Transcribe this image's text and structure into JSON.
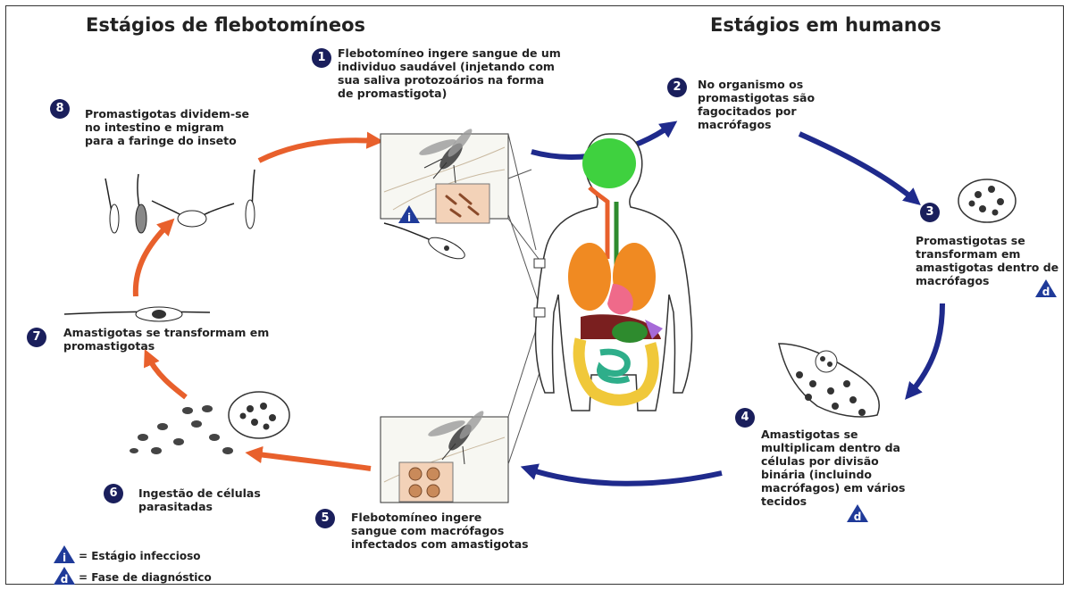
{
  "titles": {
    "left": "Estágios de flebotomíneos",
    "right": "Estágios em humanos"
  },
  "steps": [
    {
      "num": "1",
      "text": "Flebotomíneo ingere sangue de um individuo saudável (injetando com sua saliva protozoários na forma de promastigota)"
    },
    {
      "num": "2",
      "text": "No organismo os promastigotas são fagocitados por macrófagos"
    },
    {
      "num": "3",
      "text": "Promastigotas se transformam em amastigotas dentro de macrófagos"
    },
    {
      "num": "4",
      "text": "Amastigotas se multiplicam dentro da células por divisão binária (incluindo macrófagos) em vários tecidos"
    },
    {
      "num": "5",
      "text": "Flebotomíneo ingere sangue com macrófagos infectados com amastigotas"
    },
    {
      "num": "6",
      "text": "Ingestão de células parasitadas"
    },
    {
      "num": "7",
      "text": "Amastigotas se transformam em promastigotas"
    },
    {
      "num": "8",
      "text": "Promastigotas dividem-se no intestino e migram para a faringe do inseto"
    }
  ],
  "stage_markers": {
    "infective": "i",
    "diagnostic": "d"
  },
  "legend": [
    {
      "symbol": "i",
      "text": "= Estágio infeccioso"
    },
    {
      "symbol": "d",
      "text": "= Fase de diagnóstico"
    }
  ],
  "colors": {
    "human_cycle_arrow": "#1f2a8c",
    "vector_cycle_arrow": "#e8602c",
    "step_badge": "#1a1f5c",
    "stage_marker": "#1f3a99"
  },
  "icons": {
    "sandfly": "sandfly-illustration",
    "human": "human-anatomy-illustration"
  }
}
